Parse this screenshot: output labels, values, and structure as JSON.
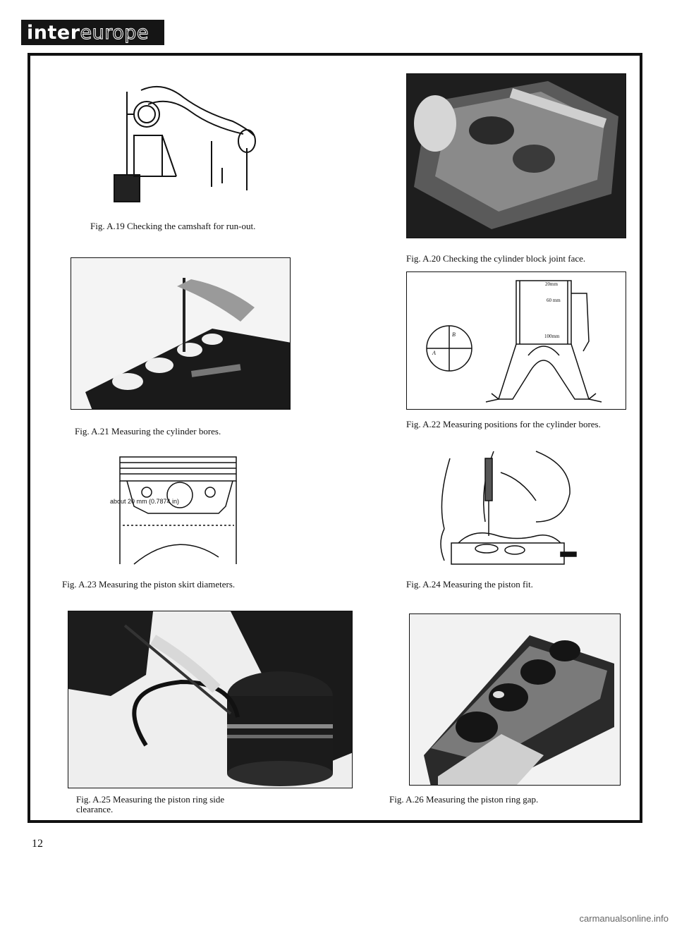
{
  "header": {
    "brand_prefix": "inter",
    "brand_suffix": "europe"
  },
  "figures": [
    {
      "id": "A.19",
      "caption": "Fig. A.19 Checking the camshaft for run-out."
    },
    {
      "id": "A.20",
      "caption": "Fig. A.20 Checking the cylinder block joint face."
    },
    {
      "id": "A.21",
      "caption": "Fig. A.21 Measuring the cylinder bores."
    },
    {
      "id": "A.22",
      "caption": "Fig. A.22 Measuring positions for the cylinder bores.",
      "labels": {
        "top": "20mm",
        "mid": "60 mm",
        "bottom": "100mm",
        "a": "A",
        "b": "B"
      }
    },
    {
      "id": "A.23",
      "caption": "Fig. A.23 Measuring the piston skirt diameters.",
      "annotation": "about 20 mm (0.7874 in)"
    },
    {
      "id": "A.24",
      "caption": "Fig. A.24 Measuring the piston fit."
    },
    {
      "id": "A.25",
      "caption": "Fig. A.25 Measuring the piston ring side clearance."
    },
    {
      "id": "A.26",
      "caption": "Fig. A.26 Measuring the piston ring gap."
    }
  ],
  "page_number": "12",
  "watermark": "carmanualsonline.info"
}
